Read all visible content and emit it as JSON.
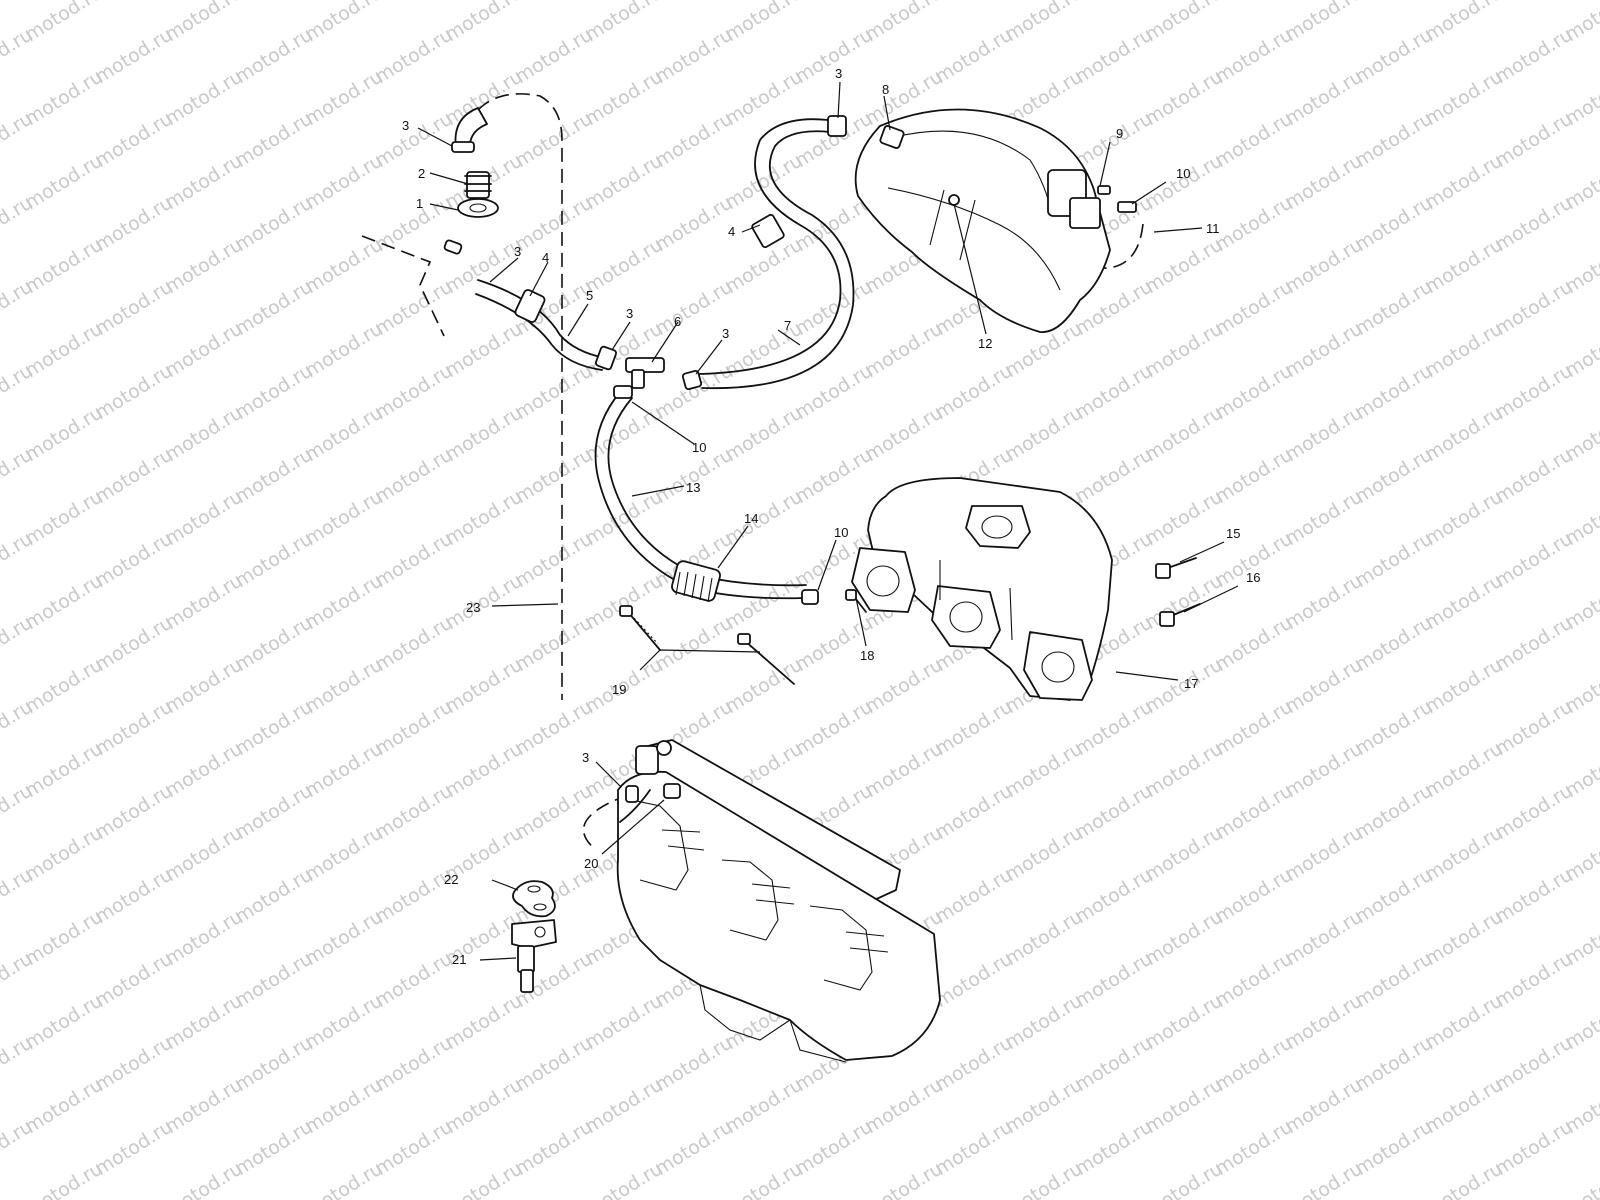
{
  "watermark": "motod.ru",
  "callouts": {
    "c1": "1",
    "c2": "2",
    "c3a": "3",
    "c3b": "3",
    "c3c": "3",
    "c3d": "3",
    "c3e": "3",
    "c3f": "3",
    "c4a": "4",
    "c4b": "4",
    "c5": "5",
    "c6": "6",
    "c7": "7",
    "c8": "8",
    "c9": "9",
    "c10a": "10",
    "c10b": "10",
    "c10c": "10",
    "c11": "11",
    "c12": "12",
    "c13": "13",
    "c14": "14",
    "c15": "15",
    "c16": "16",
    "c17": "17",
    "c18": "18",
    "c19": "19",
    "c20": "20",
    "c21": "21",
    "c22": "22",
    "c23": "23"
  }
}
